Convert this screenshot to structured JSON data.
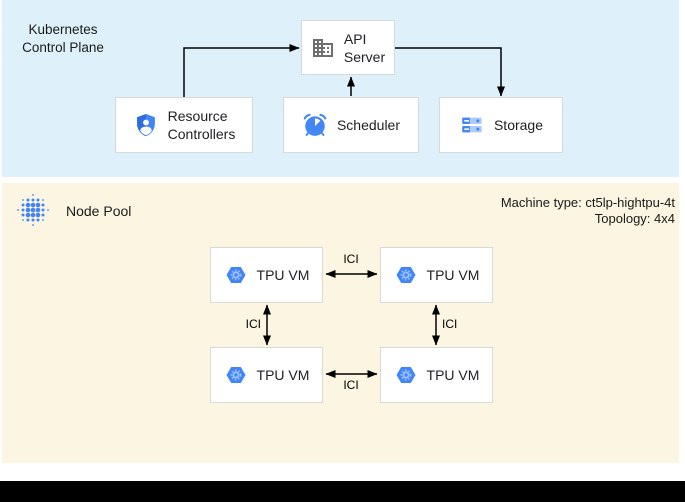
{
  "control_plane": {
    "title": "Kubernetes Control Plane",
    "nodes": {
      "api_server": {
        "label": "API Server",
        "icon": "building-icon"
      },
      "resource_controllers": {
        "label": "Resource Controllers",
        "icon": "shield-person-icon"
      },
      "scheduler": {
        "label": "Scheduler",
        "icon": "alarm-clock-icon"
      },
      "storage": {
        "label": "Storage",
        "icon": "server-stack-icon"
      }
    }
  },
  "node_pool": {
    "title": "Node Pool",
    "icon": "dot-grid-icon",
    "machine_type": "Machine type: ct5lp-hightpu-4t",
    "topology": "Topology: 4x4",
    "tpu_vms": [
      {
        "label": "TPU VM"
      },
      {
        "label": "TPU VM"
      },
      {
        "label": "TPU VM"
      },
      {
        "label": "TPU VM"
      }
    ],
    "ici": {
      "top": "ICI",
      "bottom": "ICI",
      "left": "ICI",
      "right": "ICI"
    }
  },
  "colors": {
    "control_plane_bg": "#def1fb",
    "node_pool_bg": "#fcf5e2",
    "google_blue": "#4285f4",
    "light_blue": "#aecbfa",
    "icon_gray": "#6f6f6f",
    "arrow": "#000000"
  }
}
